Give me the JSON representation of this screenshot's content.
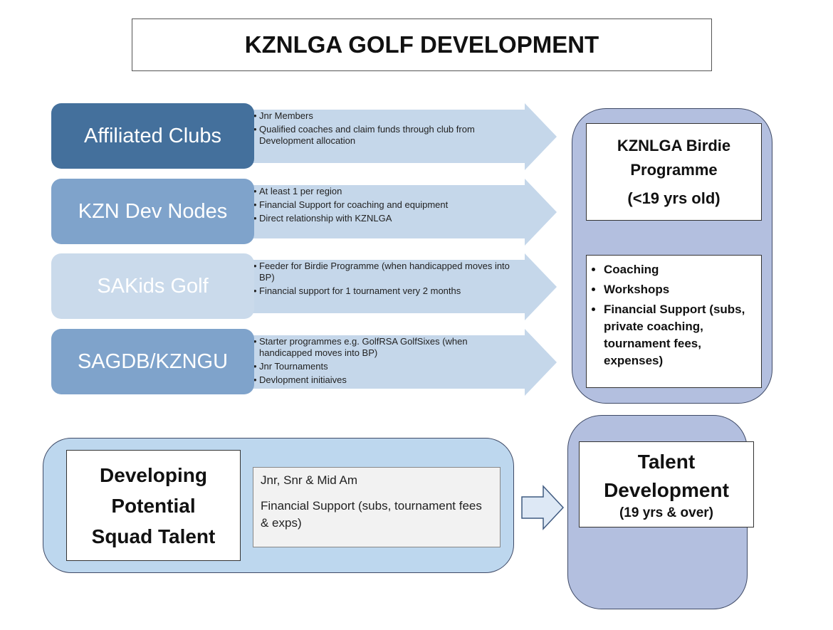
{
  "title": "KZNLGA GOLF DEVELOPMENT",
  "sources": [
    {
      "label": "Affiliated Clubs",
      "color": "#44709c",
      "text_color": "#ffffff",
      "bullets": [
        "Jnr Members",
        "Qualified coaches and claim funds through club from Development allocation"
      ]
    },
    {
      "label": "KZN Dev Nodes",
      "color": "#7fa3cb",
      "text_color": "#ffffff",
      "bullets": [
        "At least 1 per region",
        "Financial Support for coaching and equipment",
        "Direct relationship with KZNLGA"
      ]
    },
    {
      "label": "SAKids Golf",
      "color": "#cadaeb",
      "text_color": "#ffffff",
      "bullets": [
        "Feeder for Birdie Programme (when handicapped moves into BP)",
        "Financial support for 1 tournament very 2 months"
      ]
    },
    {
      "label": "SAGDB/KZNGU",
      "color": "#7fa3cb",
      "text_color": "#ffffff",
      "bullets": [
        "Starter programmes e.g. GolfRSA GolfSixes (when handicapped moves into BP)",
        "Jnr Tournaments",
        "Devlopment initiaives"
      ]
    }
  ],
  "birdie": {
    "title": "KZNLGA Birdie Programme",
    "age": "(<19 yrs old)",
    "items": [
      "Coaching",
      "Workshops",
      "Financial Support (subs, private coaching, tournament fees, expenses)"
    ]
  },
  "squad": {
    "title": "Developing Potential Squad Talent",
    "line1": "Jnr, Snr & Mid Am",
    "line2": "Financial Support (subs, tournament fees & exps)"
  },
  "talent": {
    "title": "Talent Development",
    "age": "(19 yrs & over)"
  }
}
